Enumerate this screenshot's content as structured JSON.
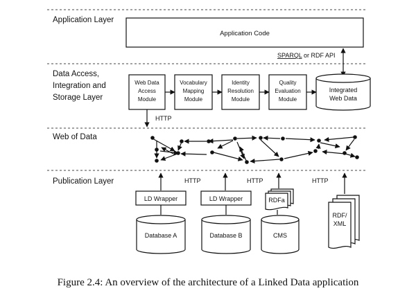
{
  "layers": {
    "application": "Application Layer",
    "data_access": [
      "Data Access,",
      "Integration and",
      "Storage Layer"
    ],
    "web_of_data": "Web of Data",
    "publication": "Publication Layer"
  },
  "application_code": "Application Code",
  "api_label": {
    "sparql": "SPARQL",
    "rest": " or  RDF API"
  },
  "modules": [
    [
      "Web Data",
      "Access",
      "Module"
    ],
    [
      "Vocabulary",
      "Mapping",
      "Module"
    ],
    [
      "Identity",
      "Resolution",
      "Module"
    ],
    [
      "Quality",
      "Evaluation",
      "Module"
    ]
  ],
  "integrated_store": [
    "Integrated",
    "Web Data"
  ],
  "http": "HTTP",
  "publication": {
    "wrapper_a": "LD Wrapper",
    "wrapper_b": "LD Wrapper",
    "rdfa": "RDFa",
    "rdfxml": [
      "RDF/",
      "XML"
    ],
    "db_a": "Database A",
    "db_b": "Database B",
    "cms": "CMS"
  },
  "caption": "Figure 2.4: An overview of the architecture of a Linked Data application"
}
